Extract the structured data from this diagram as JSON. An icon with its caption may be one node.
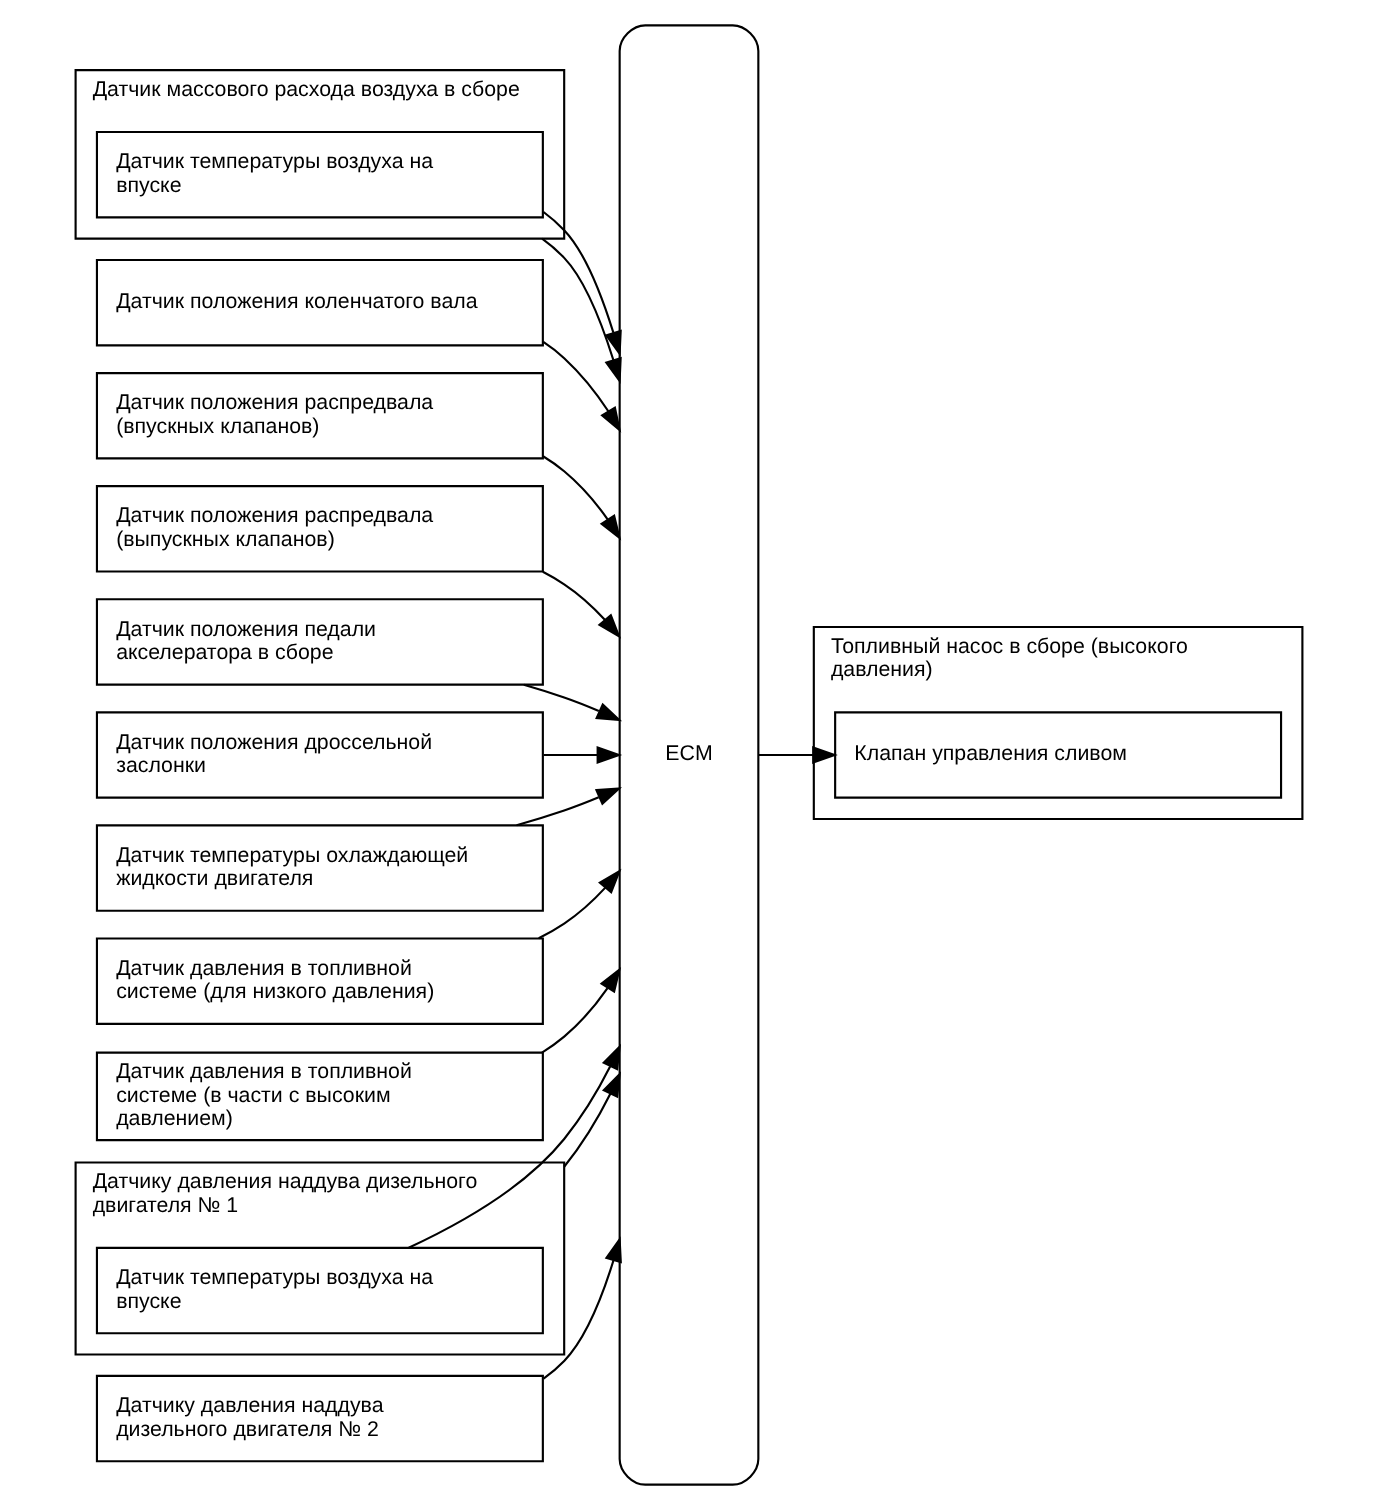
{
  "diagram": {
    "nodes": [
      {
        "text": [
          "Датчик массового расхода воздуха в сборе"
        ]
      },
      {
        "text": [
          "Датчик температуры воздуха на впуске"
        ],
        "in": 0
      },
      {
        "text": [
          "Датчик положения коленчатого вала"
        ]
      },
      {
        "text": [
          "Датчик положения распредвала (впускных клапанов)"
        ]
      },
      {
        "text": [
          "Датчик положения распредвала (выпускных клапанов)"
        ]
      },
      {
        "text": [
          "Датчик положения педали акселератора в сборе"
        ]
      },
      {
        "text": [
          "Датчик положения дроссельной заслонки"
        ]
      },
      {
        "text": [
          "Датчик температуры охлаждающей жидкости двигателя"
        ]
      },
      {
        "text": [
          "Датчик давления в топливной системе (для низкого давления)"
        ]
      },
      {
        "text": [
          "Датчик давления в топливной системе (в части с высоким давлением)"
        ]
      },
      {
        "text": [
          "Датчику давления наддува дизельного двигателя № 1"
        ]
      },
      {
        "text": [
          "Датчик температуры воздуха на впуске"
        ],
        "in": 10
      },
      {
        "text": [
          "Датчику давления наддува дизельного двигателя № 2"
        ]
      },
      {
        "text": [
          "ECM"
        ]
      },
      {
        "text": [
          "Топливный насос в сборе (высокого давления)"
        ]
      },
      {
        "text": [
          "Клапан управления сливом"
        ],
        "in": 14
      }
    ],
    "edges": [
      {
        "from": 0,
        "to": 13,
        "arrow": "to"
      },
      {
        "from": 1,
        "to": 13,
        "arrow": "to"
      },
      {
        "from": 2,
        "to": 13,
        "arrow": "to"
      },
      {
        "from": 3,
        "to": 13,
        "arrow": "to"
      },
      {
        "from": 4,
        "to": 13,
        "arrow": "to"
      },
      {
        "from": 5,
        "to": 13,
        "arrow": "to"
      },
      {
        "from": 6,
        "to": 13,
        "arrow": "to"
      },
      {
        "from": 7,
        "to": 13,
        "arrow": "to"
      },
      {
        "from": 8,
        "to": 13,
        "arrow": "to"
      },
      {
        "from": 9,
        "to": 13,
        "arrow": "to"
      },
      {
        "from": 10,
        "to": 13,
        "arrow": "to"
      },
      {
        "from": 11,
        "to": 13,
        "arrow": "to"
      },
      {
        "from": 12,
        "to": 13,
        "arrow": "to"
      },
      {
        "from": 13,
        "to": 15,
        "arrow": "to"
      }
    ]
  }
}
